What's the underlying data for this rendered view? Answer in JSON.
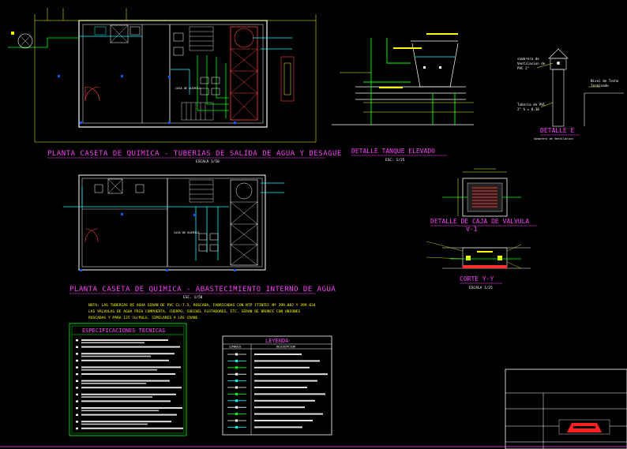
{
  "drawing": {
    "plan_top": {
      "title": "PLANTA  CASETA DE QUIMICA - TUBERIAS DE SALIDA DE AGUA  Y DESAGUE",
      "scale": "ESCALA 1/50",
      "room_label": "CASA DE QUIMICA"
    },
    "plan_bottom": {
      "title": "PLANTA CASETA DE QUIMICA - ABASTECIMIENTO INTERNO  DE  AGUA",
      "scale": "ESC. 1/50",
      "room_label": "CASA DE QUIMICA"
    },
    "detail_tank": {
      "title": "DETALLE TANQUE ELEVADO",
      "scale": "ESC. 1/25"
    },
    "detail_e": {
      "title": "DETALLE E",
      "subtitle": "Sombrero de Ventilacion",
      "labels": [
        "sombrero de",
        "Ventilacion de",
        "PVC 2\"",
        "Tuberia de PVC",
        "2\"  h = 0.30",
        "Nivel de Techo",
        "Terminado"
      ]
    },
    "detail_valve": {
      "title": "DETALLE DE CAJA DE VALVULA",
      "sub": "V-1"
    },
    "section_yy": {
      "title": "CORTE Y-Y",
      "scale": "ESCALA 1/25"
    },
    "notes": {
      "line1": "NOTA: LAS TUBERIAS DE AGUA SERAN DE PVC CL-7.5, ROSCADA, FABRICADAS CON NTP ITINTEC Nº 399.002 Y 399.034",
      "line2": "LAS VALVULAS DE AGUA FRIA COMPUERTA, CUERPO, CHECHEL FLOTADORES, ETC. SERAN DE BRONCE CON UNIONES",
      "line3": "ROSCADAS Y PARA 125 lb/PULG. SIMILARES A LAS CRANE."
    },
    "specs": {
      "heading": "ESPECIFICACIONES TECNICAS",
      "count": 14
    },
    "legend": {
      "heading": "LEYENDA",
      "col_symbol": "SIMBOLO",
      "col_desc": "DESCRIPCION",
      "count": 12
    }
  }
}
